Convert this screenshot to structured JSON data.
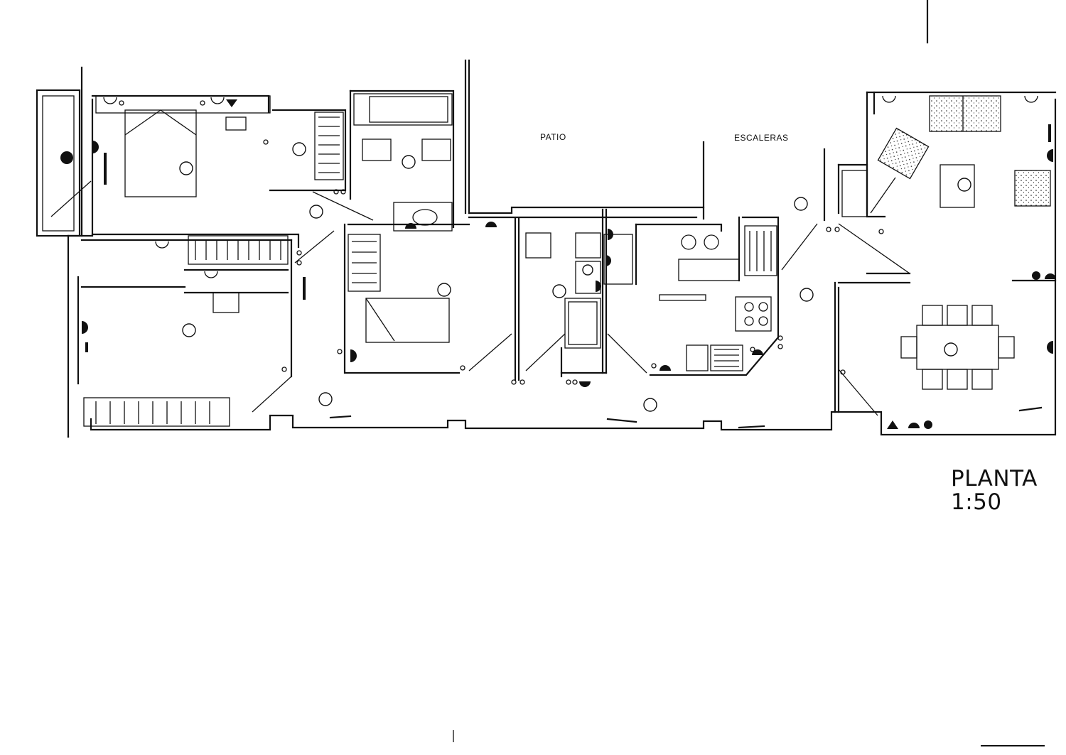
{
  "labels": {
    "patio": "PATIO",
    "stairs": "ESCALERAS"
  },
  "title": {
    "line1": "PLANTA",
    "line2": "1:50"
  },
  "colors": {
    "ink": "#111111",
    "paper": "#ffffff"
  }
}
